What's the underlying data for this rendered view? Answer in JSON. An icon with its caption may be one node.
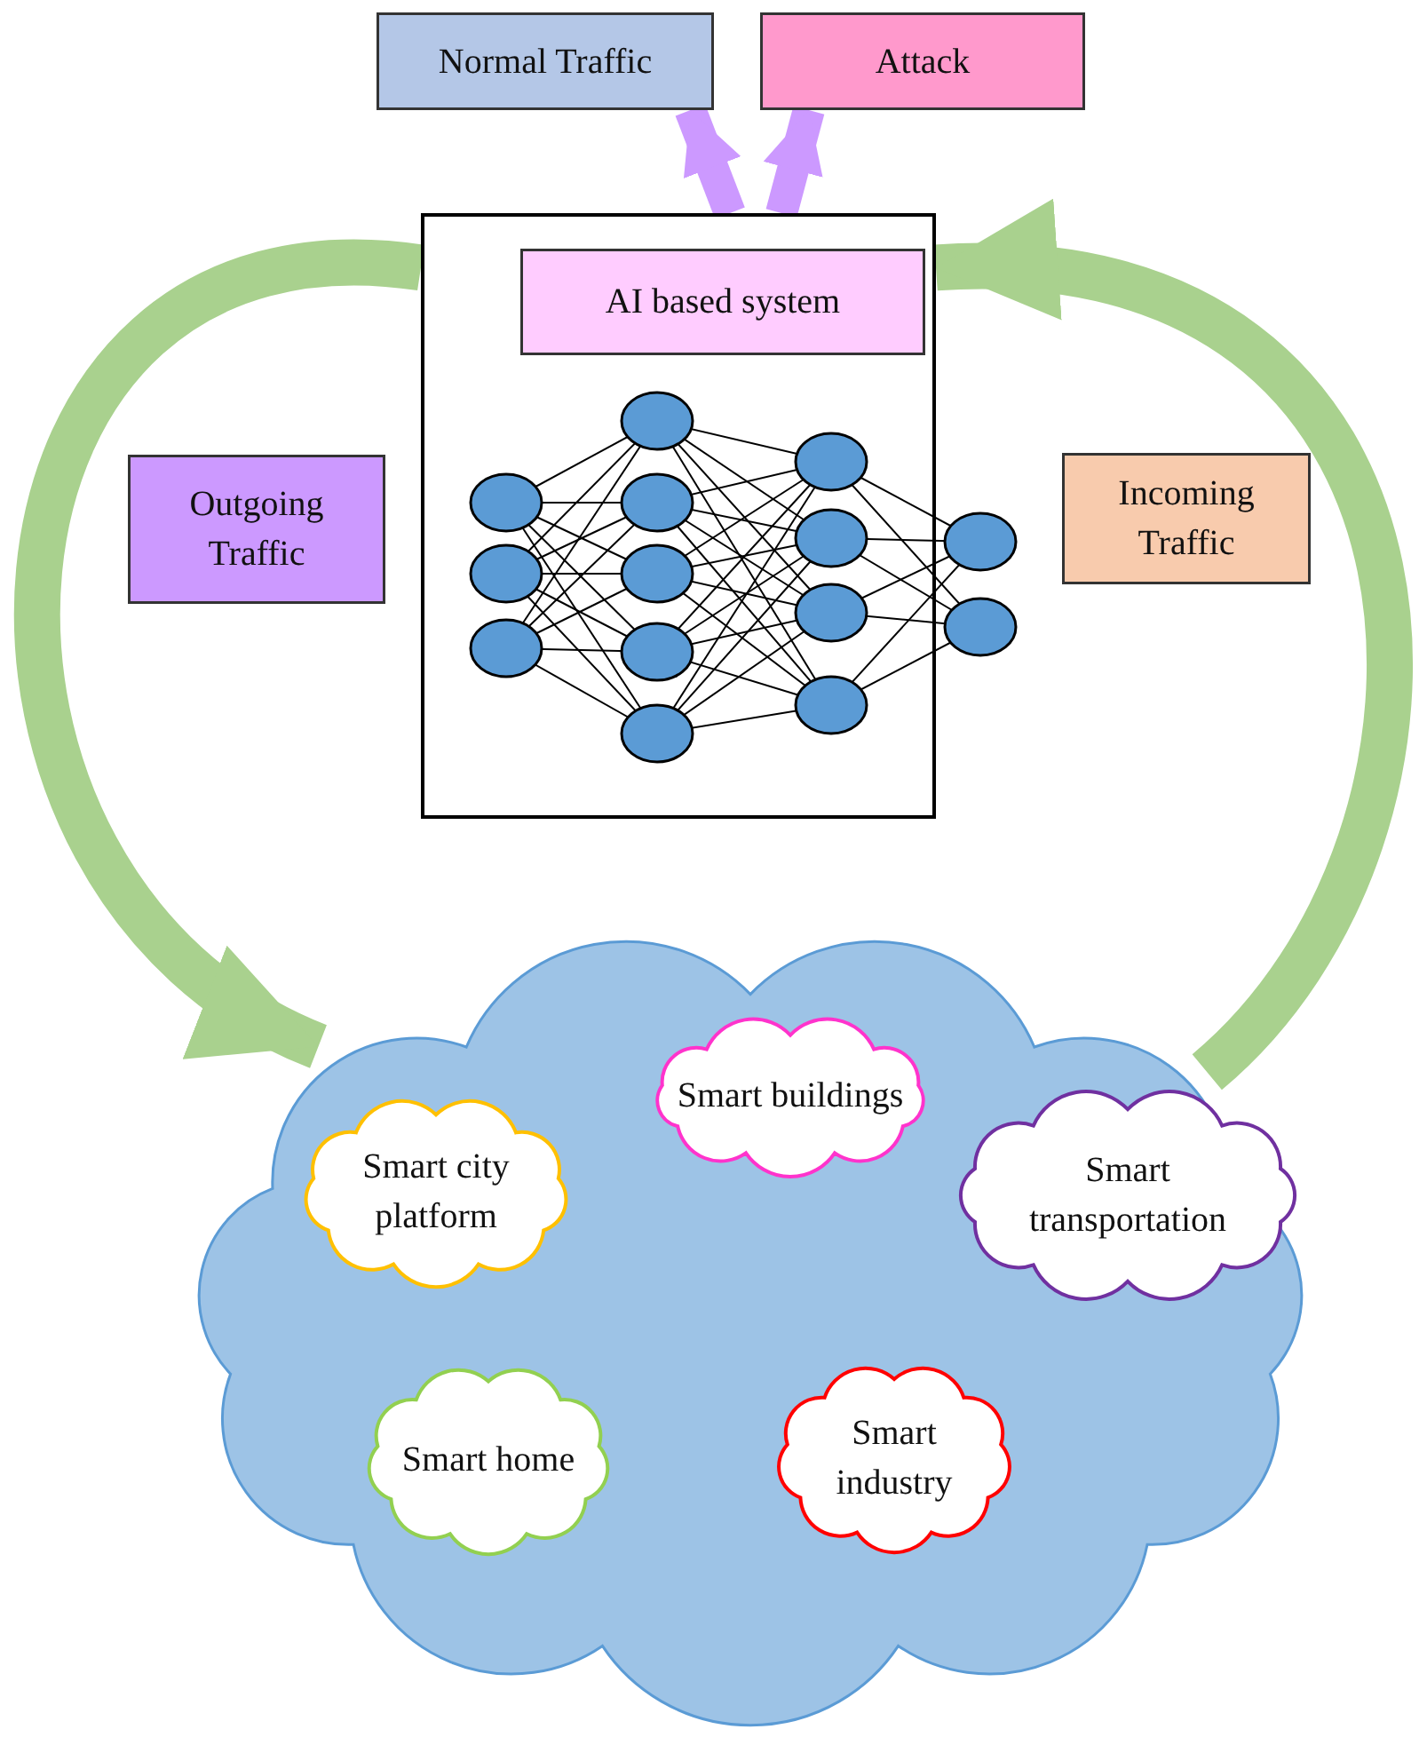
{
  "diagram": {
    "nodes": [
      {
        "text": [
          "Normal Traffic"
        ]
      },
      {
        "text": [
          "Attack"
        ]
      },
      {
        "text": [],
        "shape": "box"
      },
      {
        "text": [
          "AI based system"
        ],
        "in": 2
      },
      {
        "text": [
          "Outgoing Traffic"
        ]
      },
      {
        "text": [
          "Incoming Traffic"
        ]
      },
      {
        "text": [],
        "shape": "cloud"
      },
      {
        "text": [
          "Smart city platform"
        ],
        "in": 6
      },
      {
        "text": [
          "Smart buildings"
        ],
        "in": 6
      },
      {
        "text": [
          "Smart transportation"
        ],
        "in": 6
      },
      {
        "text": [
          "Smart home"
        ],
        "in": 6
      },
      {
        "text": [
          "Smart industry"
        ],
        "in": 6
      }
    ],
    "edges": [
      {
        "from": 2,
        "to": 0,
        "arrow": "to",
        "color": "#cc99ff"
      },
      {
        "from": 2,
        "to": 1,
        "arrow": "to",
        "color": "#cc99ff"
      },
      {
        "from": 2,
        "to": 6,
        "arrow": "to",
        "color": "#a9d18e"
      },
      {
        "from": 6,
        "to": 2,
        "arrow": "to",
        "color": "#a9d18e"
      }
    ]
  }
}
